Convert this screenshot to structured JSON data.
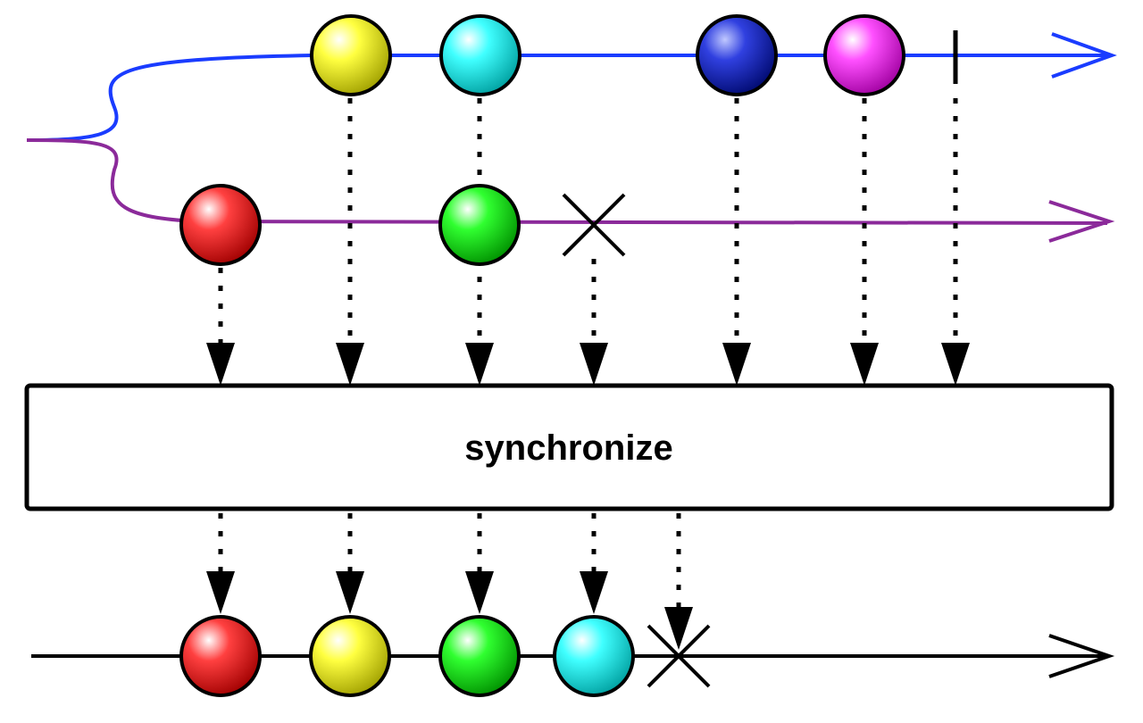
{
  "operator": {
    "label": "synchronize"
  },
  "colors": {
    "source_a": "#1a3cff",
    "source_b": "#8b2a9a",
    "output": "#000000",
    "red": "#ff2a2a",
    "yellow": "#ffff33",
    "cyan": "#33ffff",
    "green": "#22ee22",
    "blue": "#2233dd",
    "magenta": "#ff44ff"
  },
  "streams": {
    "source_a": {
      "marbles": [
        "yellow",
        "cyan",
        "blue",
        "magenta"
      ],
      "terminal": "complete"
    },
    "source_b": {
      "marbles": [
        "red",
        "green"
      ],
      "terminal": "error"
    },
    "output": {
      "marbles": [
        "red",
        "yellow",
        "green",
        "cyan"
      ],
      "terminal": "error"
    }
  }
}
